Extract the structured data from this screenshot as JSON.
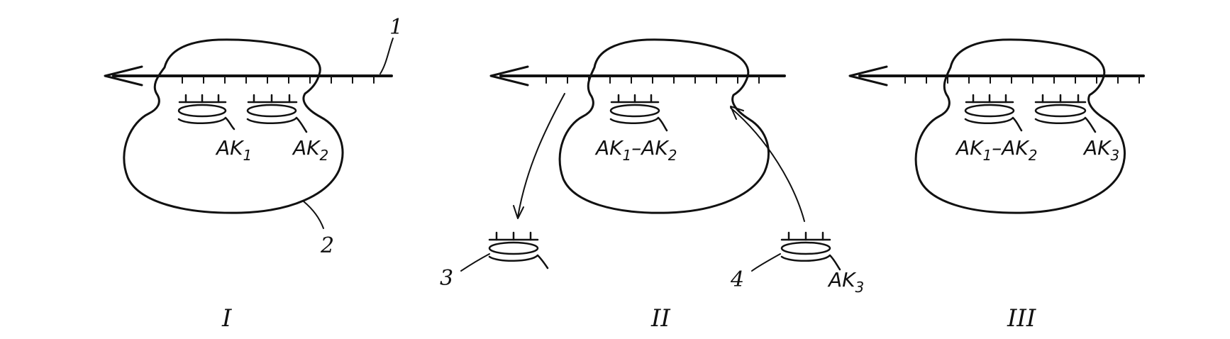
{
  "labels": {
    "mrna_number": "1",
    "ribosome_number": "2",
    "released_trna_number": "3",
    "incoming_trna_number": "4"
  },
  "stage_one": {
    "numeral": "I",
    "ak1": "AK",
    "ak1_sub": "1",
    "ak2": "AK",
    "ak2_sub": "2"
  },
  "stage_two": {
    "numeral": "II",
    "chain_ak1": "AK",
    "chain_ak1_sub": "1",
    "dash": "–",
    "chain_ak2": "AK",
    "chain_ak2_sub": "2",
    "incoming_ak": "AK",
    "incoming_ak_sub": "3"
  },
  "stage_three": {
    "numeral": "III",
    "chain_ak1": "AK",
    "chain_ak1_sub": "1",
    "dash": "–",
    "chain_ak2": "AK",
    "chain_ak2_sub": "2",
    "ak3": "AK",
    "ak3_sub": "3"
  }
}
